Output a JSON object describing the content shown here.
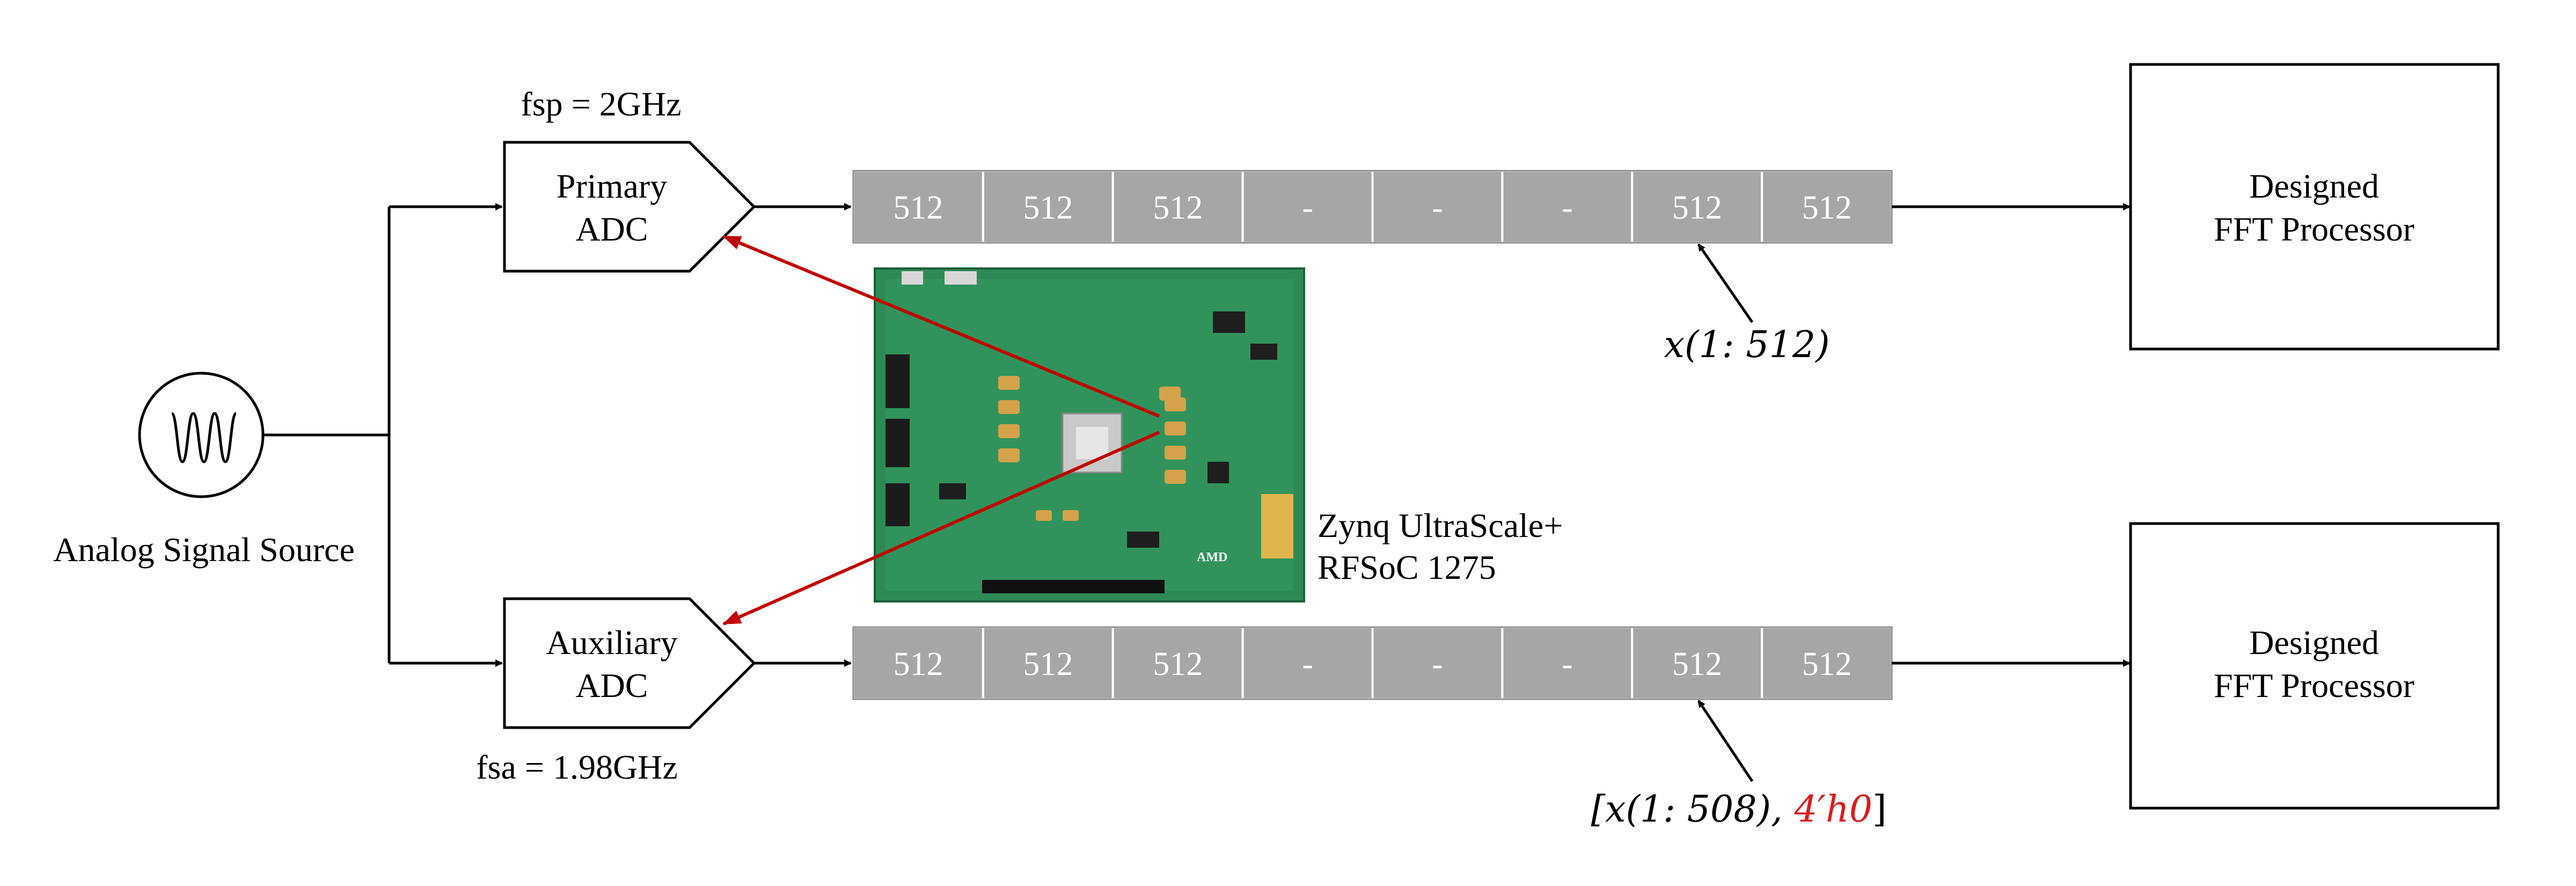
{
  "source": {
    "label": "Analog Signal Source"
  },
  "primary_adc": {
    "line1": "Primary",
    "line2": "ADC",
    "freq": "fsp = 2GHz"
  },
  "auxiliary_adc": {
    "line1": "Auxiliary",
    "line2": "ADC",
    "freq": "fsa = 1.98GHz"
  },
  "buffer_top": {
    "cells": [
      "512",
      "512",
      "512",
      "-",
      "-",
      "-",
      "512",
      "512"
    ]
  },
  "buffer_bottom": {
    "cells": [
      "512",
      "512",
      "512",
      "-",
      "-",
      "-",
      "512",
      "512"
    ]
  },
  "fft_top": {
    "line1": "Designed",
    "line2": "FFT Processor"
  },
  "fft_bottom": {
    "line1": "Designed",
    "line2": "FFT Processor"
  },
  "board": {
    "line1": "Zynq UltraScale+",
    "line2": "RFSoC 1275",
    "logo": "AMD"
  },
  "annotation_top": {
    "text": "x(1: 512)"
  },
  "annotation_bottom": {
    "prefix": "[x(1: 508), ",
    "highlight": "4′h0",
    "suffix": "]"
  },
  "colors": {
    "buffer_fill": "#a6a6a6",
    "link_red": "#c00000",
    "board_green": "#2e8b57",
    "highlight_red": "#d91c1c"
  }
}
